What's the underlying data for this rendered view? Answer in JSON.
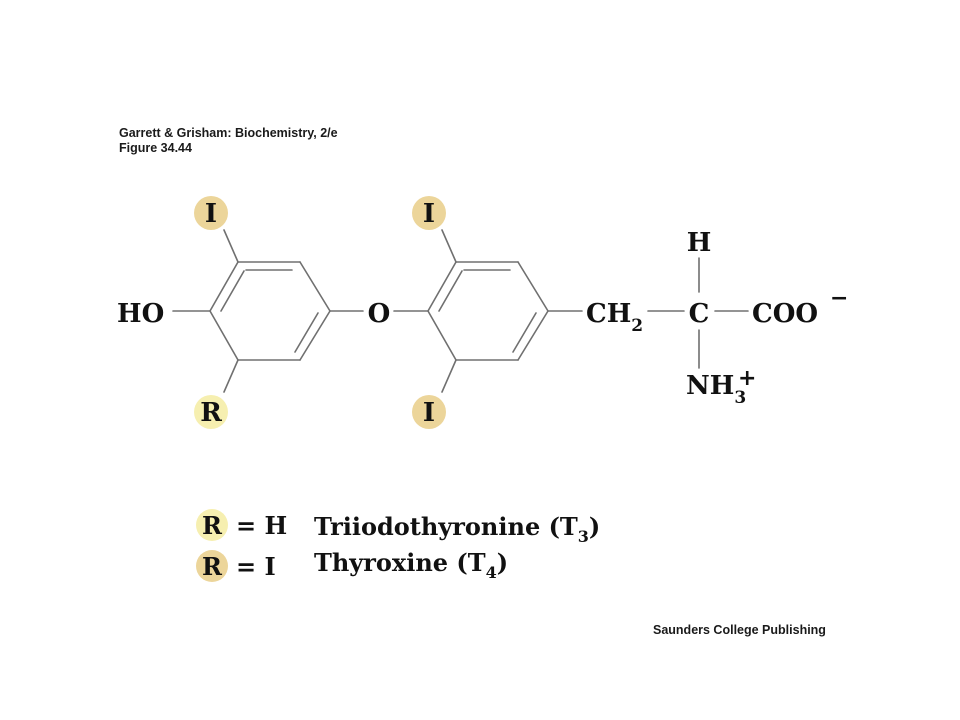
{
  "header": {
    "line1": "Garrett & Grisham: Biochemistry, 2/e",
    "line2": "Figure 34.44"
  },
  "footer": {
    "publisher": "Saunders College Publishing"
  },
  "structure": {
    "left_ring": {
      "substituent_top": "I",
      "substituent_bottom": "R",
      "hydroxyl": "HO"
    },
    "bridge_oxygen": "O",
    "right_ring": {
      "substituent_top": "I",
      "substituent_bottom": "I"
    },
    "side_chain": {
      "ch2_main": "CH",
      "ch2_sub": "2",
      "alpha_c": "C",
      "hydrogen": "H",
      "carboxylate": "COO",
      "carboxylate_charge": "−",
      "amine_main": "NH",
      "amine_sub": "3",
      "amine_charge": "+"
    }
  },
  "legend": [
    {
      "symbol": "R",
      "equals": "= H",
      "name_main": "Triiodothyronine (T",
      "name_sub": "3",
      "name_close": ")",
      "circle_color": "#f6efb0"
    },
    {
      "symbol": "R",
      "equals": "= I",
      "name_main": "Thyroxine (T",
      "name_sub": "4",
      "name_close": ")",
      "circle_color": "#ecd59a"
    }
  ],
  "colors": {
    "iodine_circle": "#ecd59a",
    "r_group_circle": "#f6efb0",
    "bond": "#707070",
    "text": "#111111"
  }
}
